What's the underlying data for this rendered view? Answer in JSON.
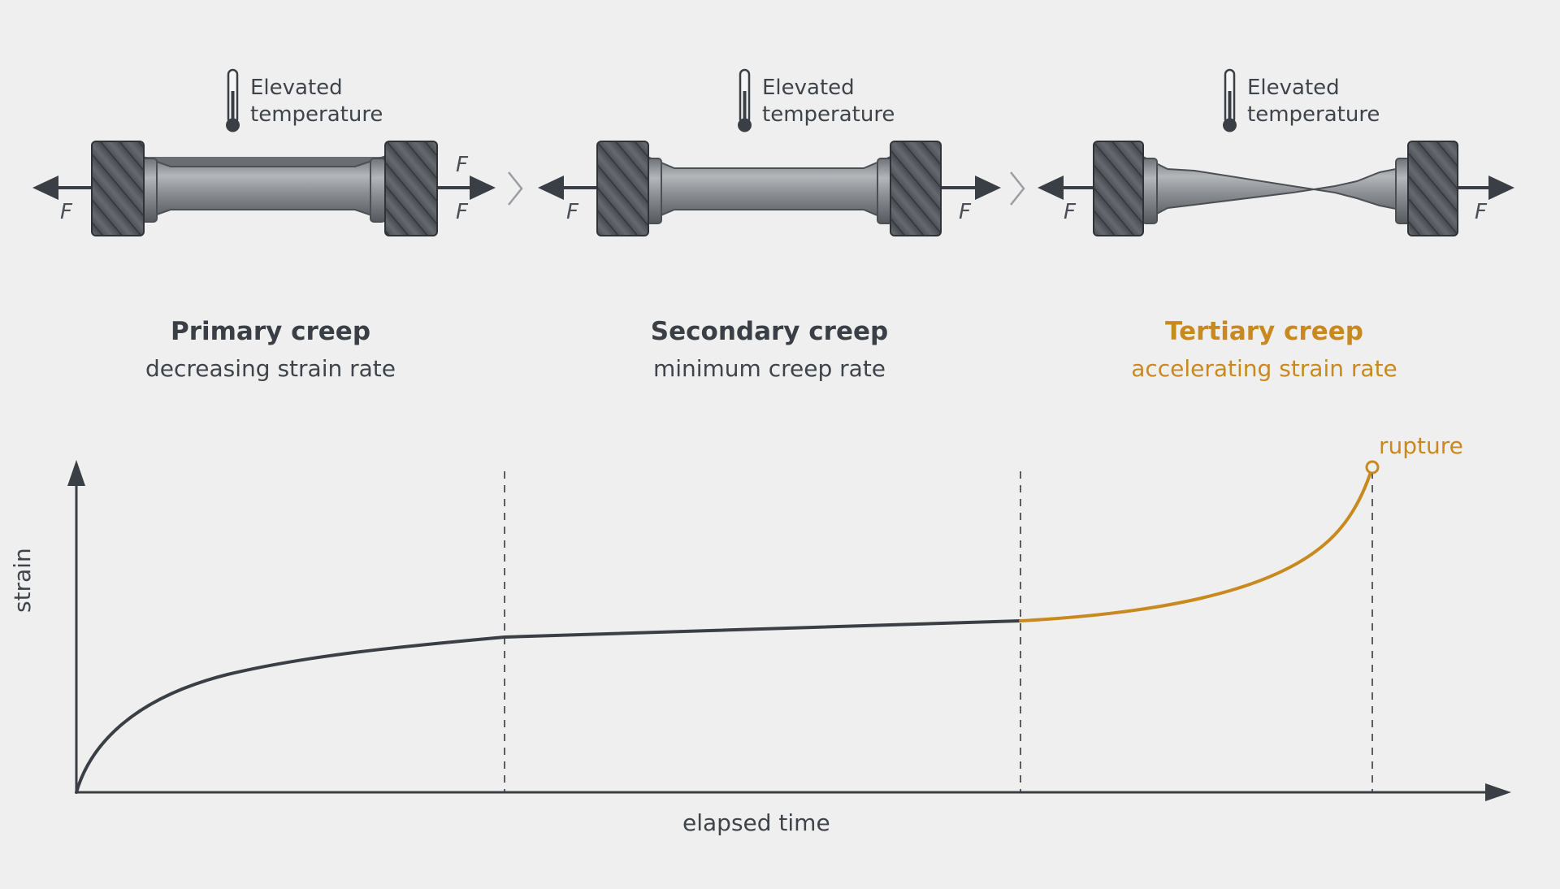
{
  "colors": {
    "background": "#efefef",
    "ink": "#3a3f45",
    "accent": "#c8891f",
    "grip": "#555a60",
    "specimen": "#8b8f94"
  },
  "stages": [
    {
      "temperature_label_line1": "Elevated",
      "temperature_label_line2": "temperature",
      "title": "Primary creep",
      "subtitle": "decreasing strain rate",
      "force_labels": [
        "F",
        "F",
        "F"
      ]
    },
    {
      "temperature_label_line1": "Elevated",
      "temperature_label_line2": "temperature",
      "title": "Secondary creep",
      "subtitle": "minimum creep rate",
      "force_labels": [
        "F",
        "F"
      ]
    },
    {
      "temperature_label_line1": "Elevated",
      "temperature_label_line2": "temperature",
      "title": "Tertiary creep",
      "subtitle": "accelerating strain rate",
      "force_labels": [
        "F",
        "F"
      ]
    }
  ],
  "icons": [
    "thermometer-icon",
    "chevron-right-icon",
    "force-arrow-icon"
  ],
  "graph": {
    "x_axis_label": "elapsed time",
    "y_axis_label": "strain",
    "end_marker_label": "rupture"
  }
}
